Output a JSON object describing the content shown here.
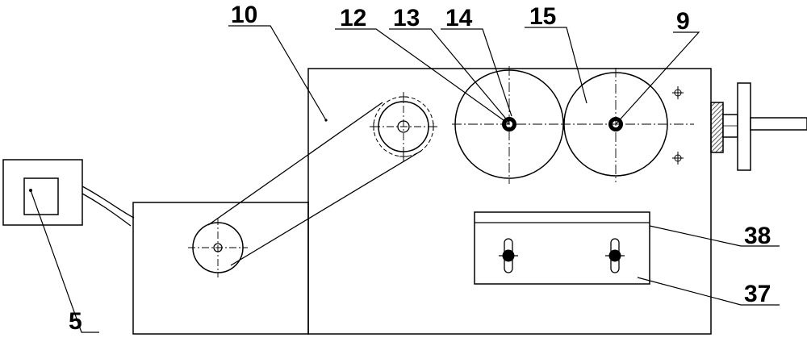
{
  "labels": {
    "l10": "10",
    "l12": "12",
    "l13": "13",
    "l14": "14",
    "l15": "15",
    "l9": "9",
    "l38": "38",
    "l37": "37",
    "l5": "5"
  },
  "colors": {
    "stroke": "#000000",
    "background": "#ffffff",
    "hatch": "#555555"
  }
}
